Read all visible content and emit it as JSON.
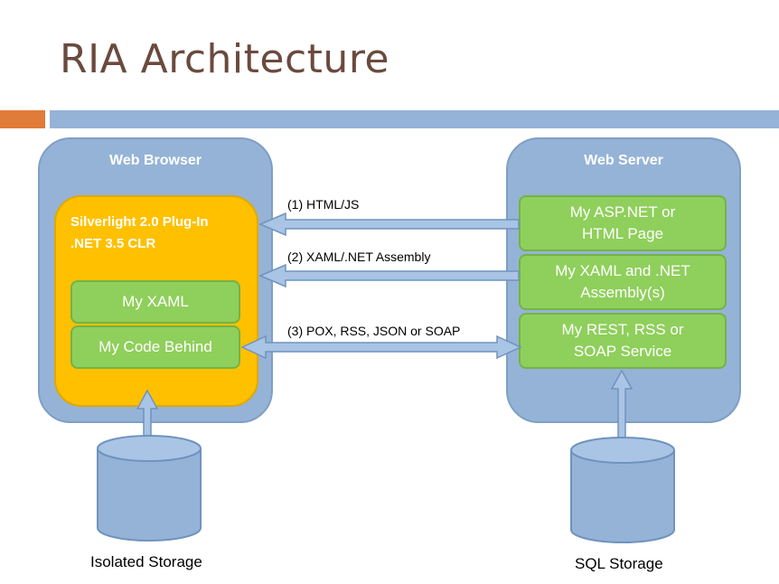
{
  "title": "RIA Architecture",
  "browser": {
    "title": "Web Browser",
    "plugin": {
      "line1": "Silverlight 2.0 Plug-In",
      "line2": ".NET 3.5 CLR"
    },
    "my_xaml": "My XAML",
    "code_behind": "My Code Behind"
  },
  "server": {
    "title": "Web Server",
    "box1": {
      "line1": "My ASP.NET or",
      "line2": "HTML Page"
    },
    "box2": {
      "line1": "My XAML and .NET",
      "line2": "Assembly(s)"
    },
    "box3": {
      "line1": "My REST, RSS or",
      "line2": "SOAP Service"
    }
  },
  "arrows": {
    "a1": "(1) HTML/JS",
    "a2": "(2) XAML/.NET Assembly",
    "a3": "(3) POX, RSS, JSON or SOAP"
  },
  "storage": {
    "isolated": "Isolated Storage",
    "sql": "SQL Storage"
  },
  "colors": {
    "title": "#6b4a3e",
    "accent_orange": "#e07b39",
    "panel_blue": "#95b3d7",
    "plugin_yellow": "#ffc000",
    "box_green": "#8fcf5b"
  }
}
